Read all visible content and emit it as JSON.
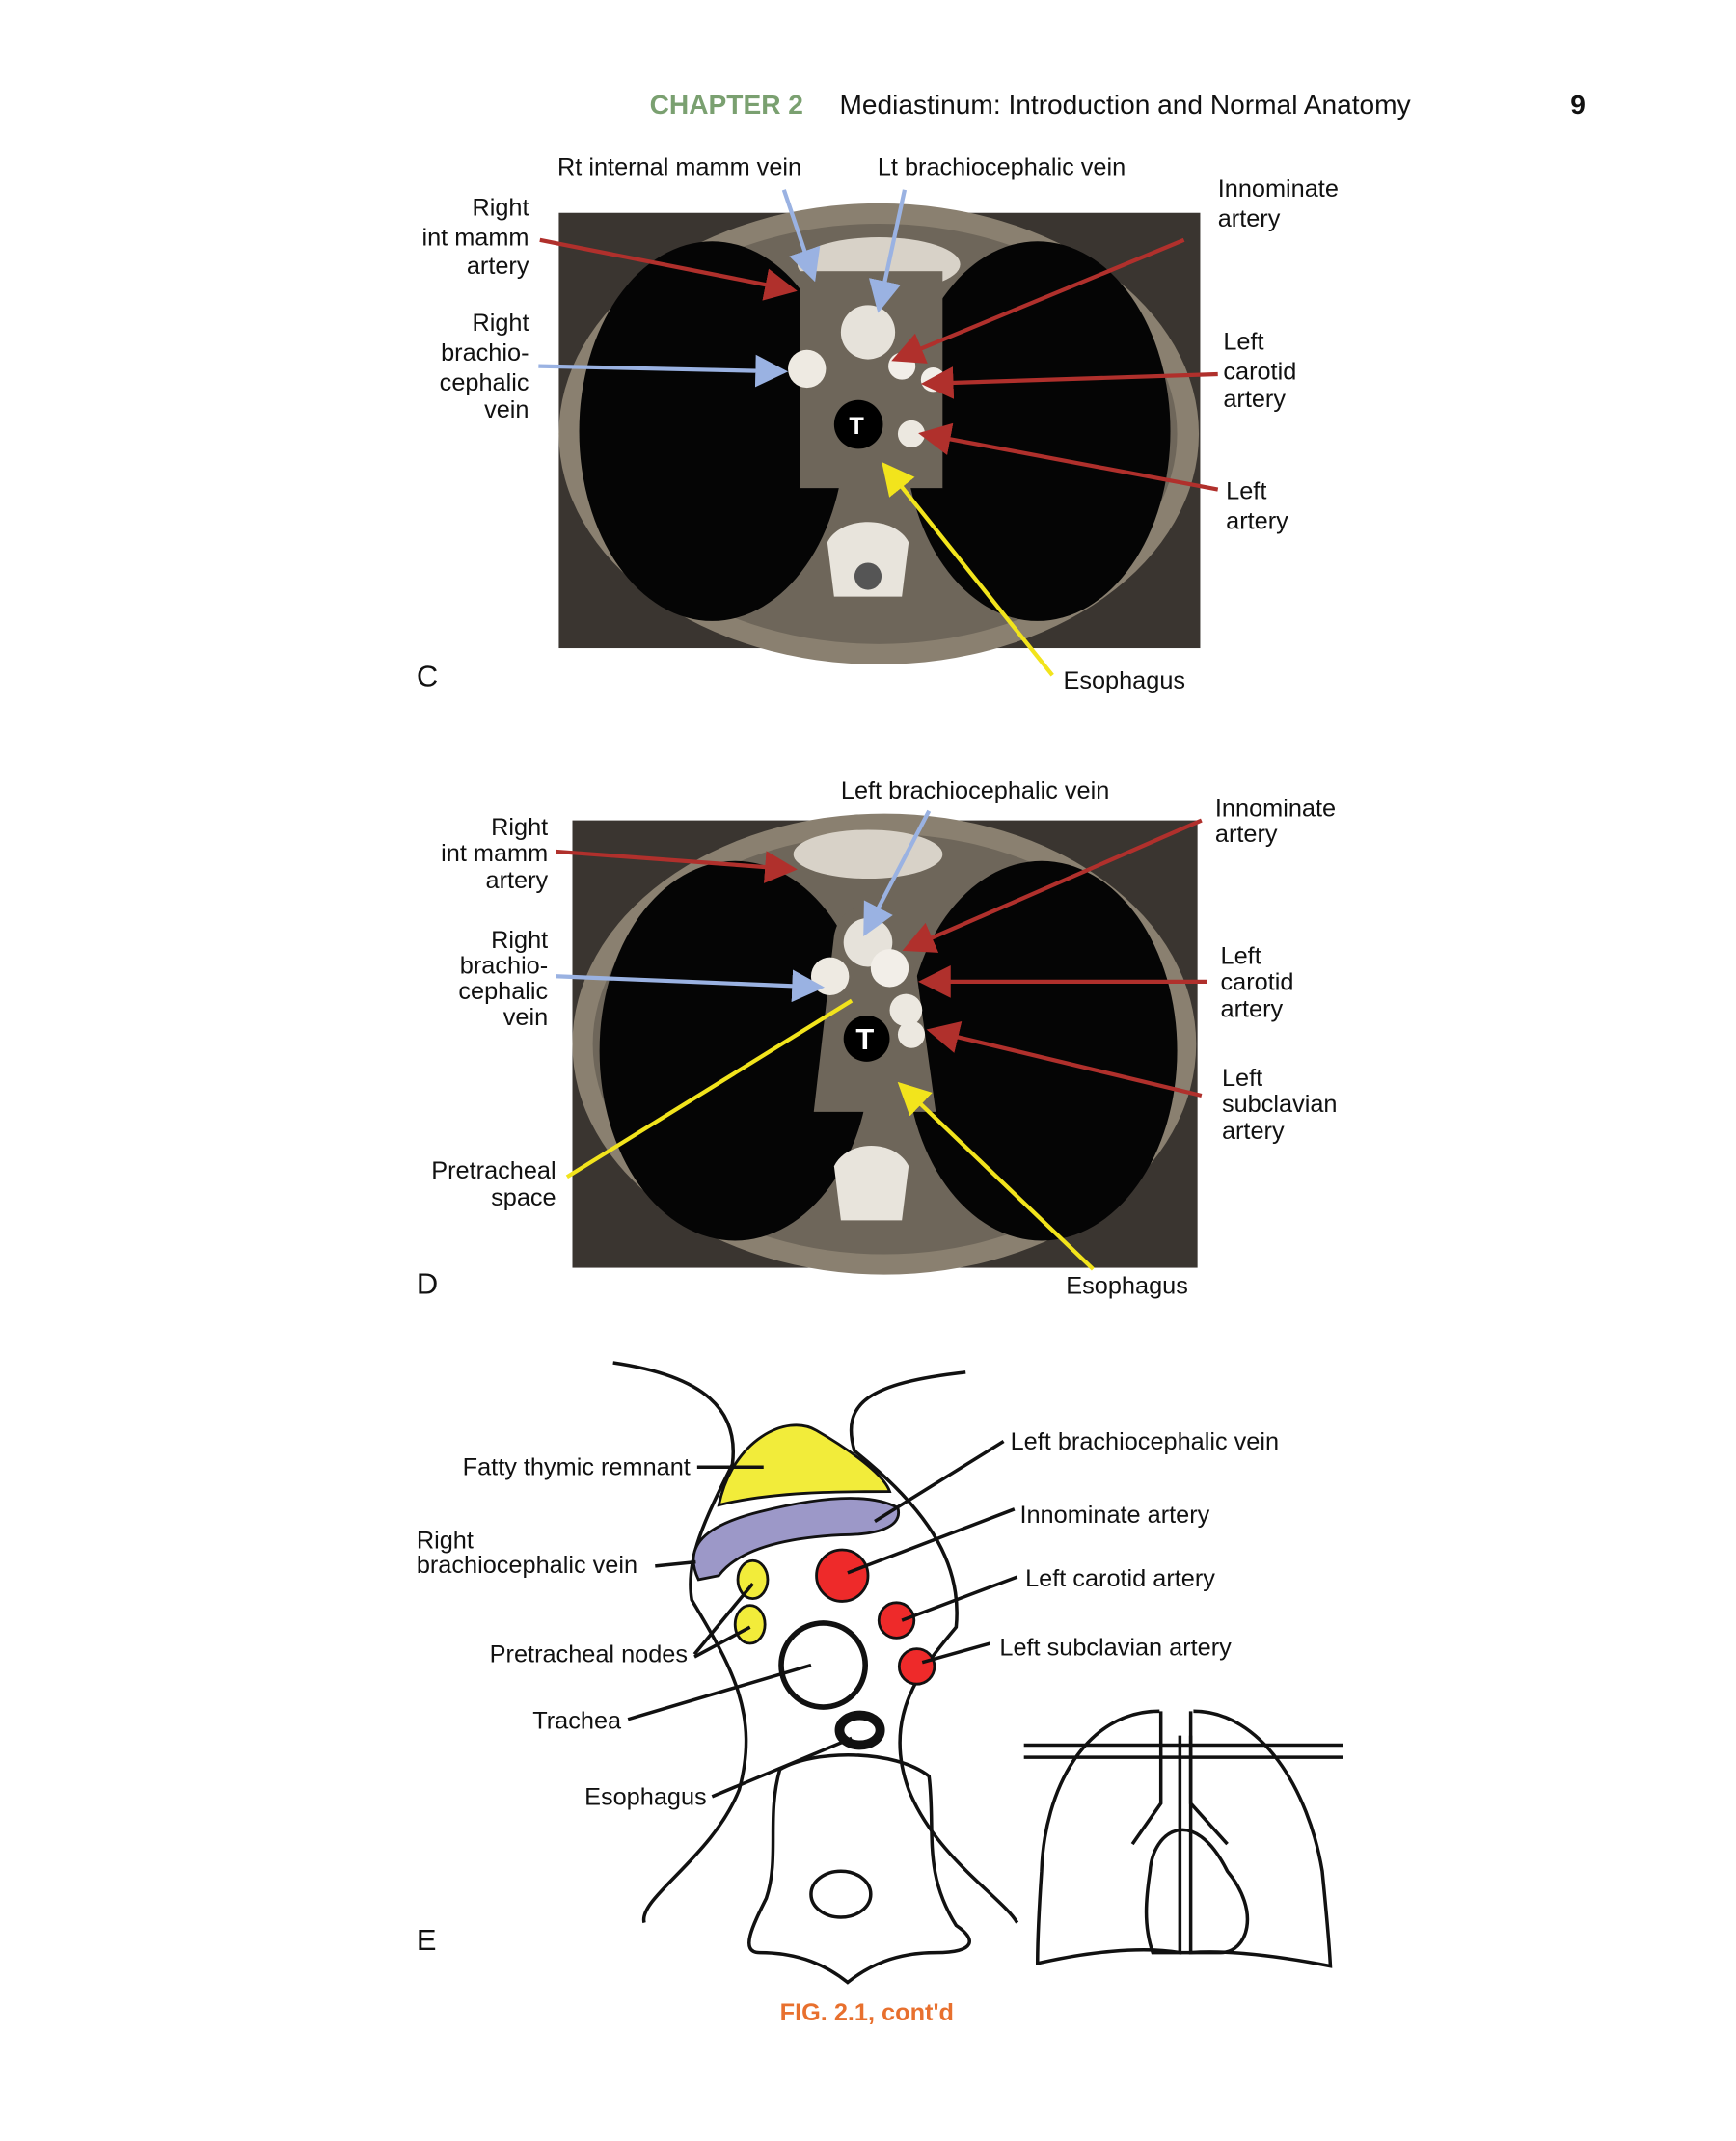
{
  "header": {
    "chapter": "CHAPTER 2",
    "title": "Mediastinum: Introduction and Normal Anatomy",
    "page_number": "9"
  },
  "panel_c": {
    "letter": "C",
    "trachea_mark": "T",
    "rt_internal_mamm_vein": "Rt internal mamm vein",
    "lt_brachiocephalic_vein": "Lt brachiocephalic vein",
    "innominate_artery": [
      "Innominate",
      "artery"
    ],
    "right_int_mamm_artery": [
      "Right",
      "int mamm",
      "artery"
    ],
    "right_brachiocephalic_vein": [
      "Right",
      "brachio-",
      "cephalic",
      "vein"
    ],
    "left_carotid_artery": [
      "Left",
      "carotid",
      "artery"
    ],
    "left_artery": [
      "Left",
      "artery"
    ],
    "esophagus": "Esophagus"
  },
  "panel_d": {
    "letter": "D",
    "trachea_mark": "T",
    "left_brachiocephalic_vein": "Left brachiocephalic vein",
    "innominate_artery": [
      "Innominate",
      "artery"
    ],
    "right_int_mamm_artery": [
      "Right",
      "int mamm",
      "artery"
    ],
    "right_brachiocephalic_vein": [
      "Right",
      "brachio-",
      "cephalic",
      "vein"
    ],
    "left_carotid_artery": [
      "Left",
      "carotid",
      "artery"
    ],
    "left_subclavian_artery": [
      "Left",
      "subclavian",
      "artery"
    ],
    "pretracheal_space": [
      "Pretracheal",
      "space"
    ],
    "esophagus": "Esophagus"
  },
  "panel_e": {
    "letter": "E",
    "fatty_thymic_remnant": "Fatty thymic remnant",
    "right_brachiocephalic_vein": [
      "Right",
      "brachiocephalic vein"
    ],
    "pretracheal_nodes": "Pretracheal nodes",
    "trachea": "Trachea",
    "esophagus": "Esophagus",
    "left_brachiocephalic_vein": "Left brachiocephalic vein",
    "innominate_artery": "Innominate artery",
    "left_carotid_artery": "Left carotid artery",
    "left_subclavian_artery": "Left subclavian artery"
  },
  "caption": "FIG. 2.1, cont'd",
  "colors": {
    "chapter": "#7aa070",
    "artery_arrow": "#b0302c",
    "vein_arrow": "#9ab2e2",
    "other_arrow": "#f2e41c",
    "caption": "#e8702e",
    "vein_fill": "#9c98c8",
    "artery_fill": "#ee2a2a",
    "fat_fill": "#f2ec3a"
  }
}
